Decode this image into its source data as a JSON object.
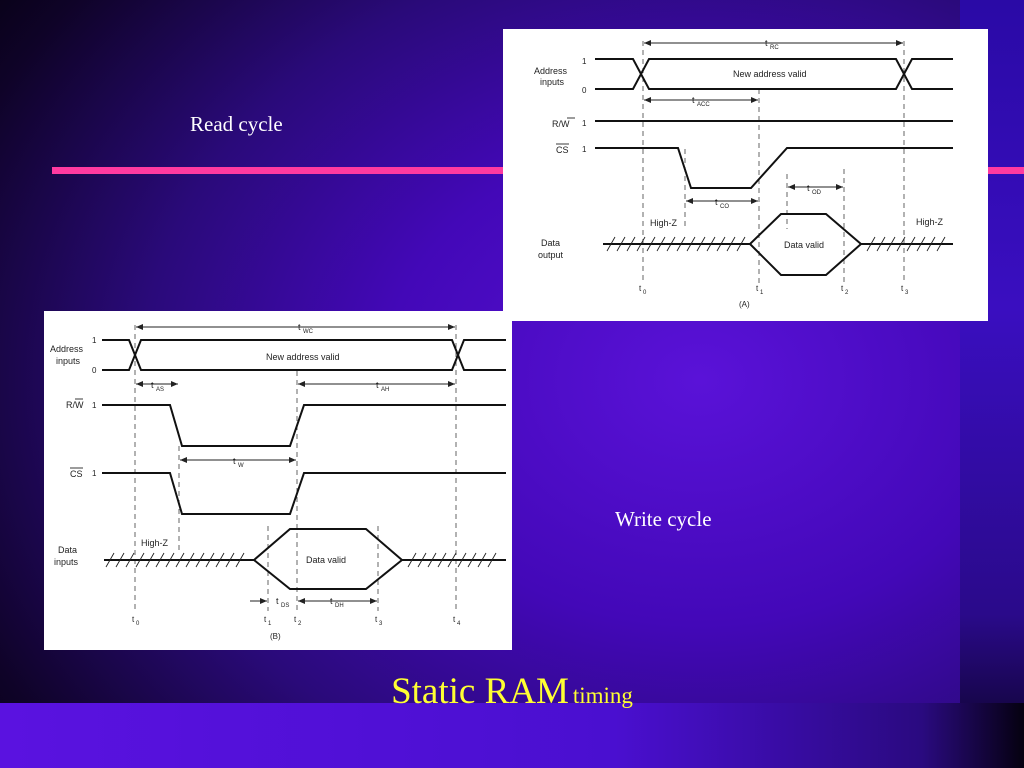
{
  "slide": {
    "title_main": "Static RAM",
    "title_sub": "timing",
    "read_caption": "Read cycle",
    "write_caption": "Write cycle",
    "colors": {
      "accent_line": "#ff3aa0",
      "title_text": "#ffff33",
      "background": "#4308b8"
    }
  },
  "read_diagram": {
    "labels": {
      "address_l1": "Address",
      "address_l2": "inputs",
      "rw": "R/W",
      "cs": "CS",
      "data_l1": "Data",
      "data_l2": "output",
      "level_1": "1",
      "level_0": "0",
      "address_valid": "New address valid",
      "data_valid": "Data valid",
      "highz_left": "High-Z",
      "highz_right": "High-Z",
      "sub": "(A)"
    },
    "timing": {
      "trc": "RC",
      "tacc": "ACC",
      "tco": "CO",
      "tod": "OD"
    },
    "times": [
      "0",
      "1",
      "2",
      "3"
    ]
  },
  "write_diagram": {
    "labels": {
      "address_l1": "Address",
      "address_l2": "inputs",
      "rw": "R/W",
      "cs": "CS",
      "data_l1": "Data",
      "data_l2": "inputs",
      "level_1": "1",
      "level_0": "0",
      "address_valid": "New address valid",
      "data_valid": "Data valid",
      "highz": "High-Z",
      "sub": "(B)"
    },
    "timing": {
      "twc": "WC",
      "tas": "AS",
      "tah": "AH",
      "tw": "W",
      "tds": "DS",
      "tdh": "DH"
    },
    "times": [
      "0",
      "1",
      "2",
      "3",
      "4"
    ]
  }
}
